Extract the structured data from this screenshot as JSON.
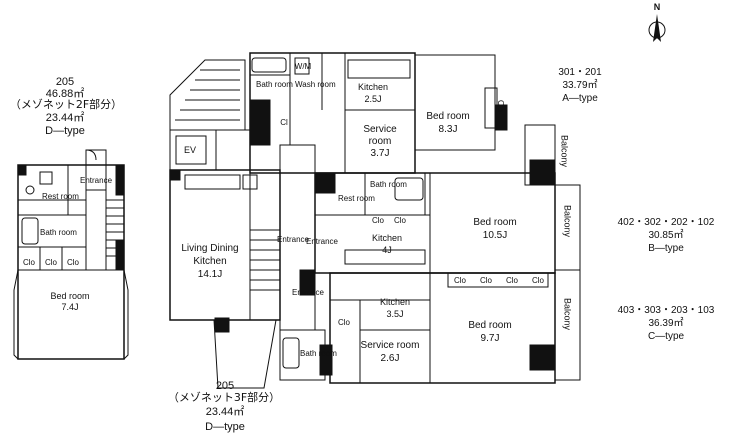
{
  "compass": {
    "label": "N",
    "icon": "north-arrow-icon"
  },
  "unit_info": {
    "u205_left": {
      "number": "205",
      "area": "46.88㎡",
      "note": "（メゾネット2F部分）",
      "sub_area": "23.44㎡",
      "type": "D―type"
    },
    "u205_bottom": {
      "number": "205",
      "note": "（メゾネット3F部分）",
      "sub_area": "23.44㎡",
      "type": "D―type"
    },
    "type_a": {
      "units": "301・201",
      "area": "33.79㎡",
      "type": "A―type"
    },
    "type_b": {
      "units": "402・302・202・102",
      "area": "30.85㎡",
      "type": "B―type"
    },
    "type_c": {
      "units": "403・303・203・103",
      "area": "36.39㎡",
      "type": "C―type"
    }
  },
  "rooms": {
    "left_bed": {
      "name": "Bed room",
      "size": "7.4J"
    },
    "left_rest": "Rest room",
    "left_bath": "Bath room",
    "left_entrance": "Entrance",
    "ev": "EV",
    "ldk": {
      "name1": "Living Dining",
      "name2": "Kitchen",
      "size": "14.1J"
    },
    "a_bath": "Bath room",
    "a_wash": "Wash room",
    "a_kitchen": {
      "name": "Kitchen",
      "size": "2.5J"
    },
    "a_service": {
      "name1": "Service",
      "name2": "room",
      "size": "3.7J"
    },
    "a_bed": {
      "name": "Bed room",
      "size": "8.3J"
    },
    "b_bath": "Bath room",
    "b_rest": "Rest room",
    "b_entrance": "Entrance",
    "b_kitchen": {
      "name": "Kitchen",
      "size": "4J"
    },
    "b_bed": {
      "name": "Bed room",
      "size": "10.5J"
    },
    "c_kitchen": {
      "name": "Kitchen",
      "size": "3.5J"
    },
    "c_bed": {
      "name": "Bed room",
      "size": "9.7J"
    },
    "c_service": {
      "name": "Service room",
      "size": "2.6J"
    },
    "c_bath": "Bath room",
    "entrance_mid": "Entrance",
    "entrance_low": "Entrance",
    "balcony": "Balcony",
    "clo": "Clo",
    "cl": "Cl",
    "wm": "W/M"
  }
}
